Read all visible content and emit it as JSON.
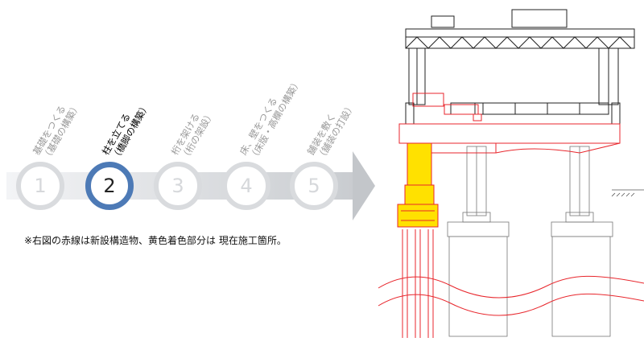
{
  "steps": [
    {
      "number": "1",
      "title": "基礎をつくる",
      "subtitle": "（基礎の構築）",
      "active": false
    },
    {
      "number": "2",
      "title": "柱を立てる",
      "subtitle": "（橋脚の構築）",
      "active": true
    },
    {
      "number": "3",
      "title": "桁を架ける",
      "subtitle": "（桁の架設）",
      "active": false
    },
    {
      "number": "4",
      "title": "床、壁をつくる",
      "subtitle": "（床版・高欄の構築）",
      "active": false
    },
    {
      "number": "5",
      "title": "舗装を敷く",
      "subtitle": "（舗装の打設）",
      "active": false
    }
  ],
  "note": "※右図の赤線は新設構造物、黄色着色部分は 現在施工箇所。",
  "colors": {
    "new_structure": "#e8262c",
    "current_work": "#ffe100",
    "active_step": "#4d7ab6",
    "inactive_step": "#d9dbde"
  }
}
